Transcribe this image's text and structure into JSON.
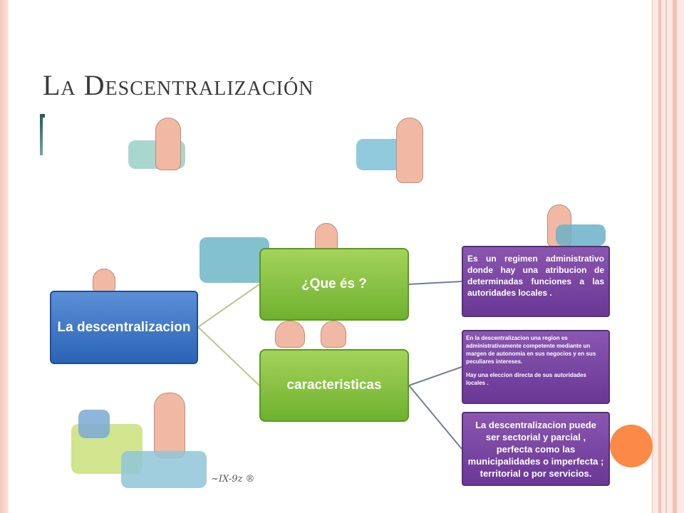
{
  "slide": {
    "title": "La Descentralización"
  },
  "diagram": {
    "root": "La descentralizacion",
    "branch_what": "¿Que és ?",
    "branch_features": "caracteristicas",
    "definition": "Es un regimen administrativo donde hay una atribucion de determinadas funciones a las autoridades locales .",
    "feature_1": "En la descentralizacion una region es administrativamente competente mediante un margen de autonomia en sus negocios y en sus peculiares intereses.",
    "feature_2": "Hay una eleccion directa de sus autoridades locales .",
    "feature_3": "La descentralizacion puede ser sectorial y parcial , perfecta como las municipalidades o imperfecta ; territorial o por servicios."
  },
  "colors": {
    "root": "#2b63b6",
    "branch": "#6fb12f",
    "leaf": "#6a3895",
    "accent": "#fa8a46"
  },
  "illustration": {
    "signature": "~IX-9z ®"
  }
}
